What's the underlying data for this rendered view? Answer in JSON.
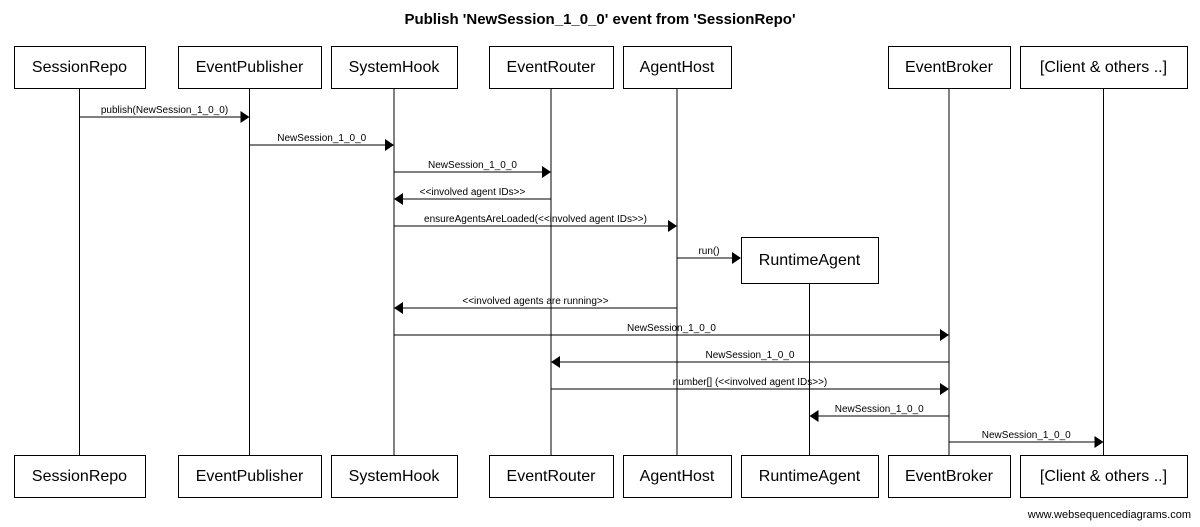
{
  "title": "Publish 'NewSession_1_0_0' event from 'SessionRepo'",
  "footer": "www.websequencediagrams.com",
  "participants": [
    {
      "id": "sessionrepo",
      "label": "SessionRepo"
    },
    {
      "id": "eventpublisher",
      "label": "EventPublisher"
    },
    {
      "id": "systemhook",
      "label": "SystemHook"
    },
    {
      "id": "eventrouter",
      "label": "EventRouter"
    },
    {
      "id": "agenthost",
      "label": "AgentHost"
    },
    {
      "id": "runtimeagent",
      "label": "RuntimeAgent"
    },
    {
      "id": "eventbroker",
      "label": "EventBroker"
    },
    {
      "id": "client",
      "label": "[Client & others ..]"
    }
  ],
  "messages": [
    {
      "from": "sessionrepo",
      "to": "eventpublisher",
      "label": "publish(NewSession_1_0_0)"
    },
    {
      "from": "eventpublisher",
      "to": "systemhook",
      "label": "NewSession_1_0_0"
    },
    {
      "from": "systemhook",
      "to": "eventrouter",
      "label": "NewSession_1_0_0"
    },
    {
      "from": "eventrouter",
      "to": "systemhook",
      "label": "<<involved agent IDs>>"
    },
    {
      "from": "systemhook",
      "to": "agenthost",
      "label": "ensureAgentsAreLoaded(<<involved agent IDs>>)"
    },
    {
      "from": "agenthost",
      "to": "runtimeagent",
      "label": "run()",
      "create": true
    },
    {
      "from": "agenthost",
      "to": "systemhook",
      "label": "<<involved agents are running>>"
    },
    {
      "from": "systemhook",
      "to": "eventbroker",
      "label": "NewSession_1_0_0"
    },
    {
      "from": "eventbroker",
      "to": "eventrouter",
      "label": "NewSession_1_0_0"
    },
    {
      "from": "eventrouter",
      "to": "eventbroker",
      "label": "number[] (<<involved agent IDs>>)"
    },
    {
      "from": "eventbroker",
      "to": "runtimeagent",
      "label": "NewSession_1_0_0"
    },
    {
      "from": "eventbroker",
      "to": "client",
      "label": "NewSession_1_0_0"
    }
  ]
}
